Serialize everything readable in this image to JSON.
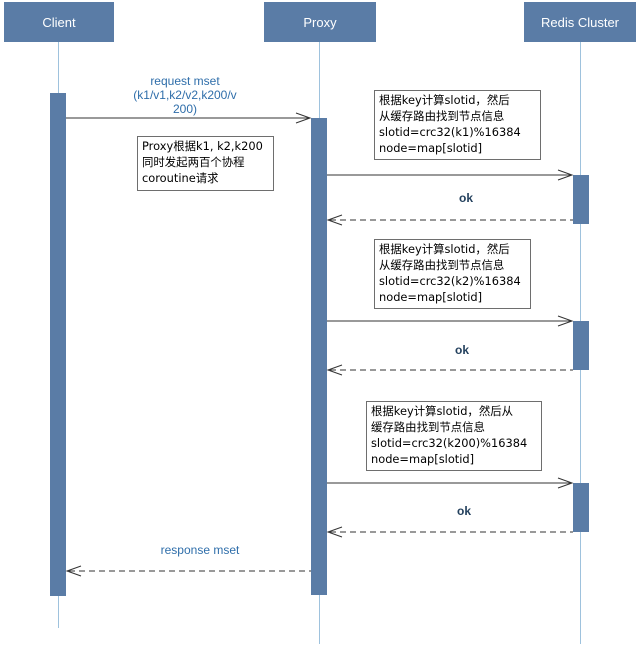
{
  "actors": {
    "client": "Client",
    "proxy": "Proxy",
    "redis": "Redis Cluster"
  },
  "messages": {
    "request": "request mset\n(k1/v1,k2/v2,k200/v\n200)",
    "response": "response mset",
    "ok1": "ok",
    "ok2": "ok",
    "ok3": "ok"
  },
  "notes": {
    "proxy": "Proxy根据k1, k2,k200\n同时发起两百个协程\ncoroutine请求",
    "step1": "根据key计算slotid，然后\n从缓存路由找到节点信息\nslotid=crc32(k1)%16384\nnode=map[slotid]",
    "step2": "根据key计算slotid，然后\n从缓存路由找到节点信息\nslotid=crc32(k2)%16384\nnode=map[slotid]",
    "step3": "根据key计算slotid，然后从\n缓存路由找到节点信息\nslotid=crc32(k200)%16384\nnode=map[slotid]"
  },
  "colors": {
    "actor_fill": "#5a7ca6",
    "lifeline": "#9ec2dd",
    "label_blue": "#2f6eaa",
    "ok_text": "#24415e"
  }
}
